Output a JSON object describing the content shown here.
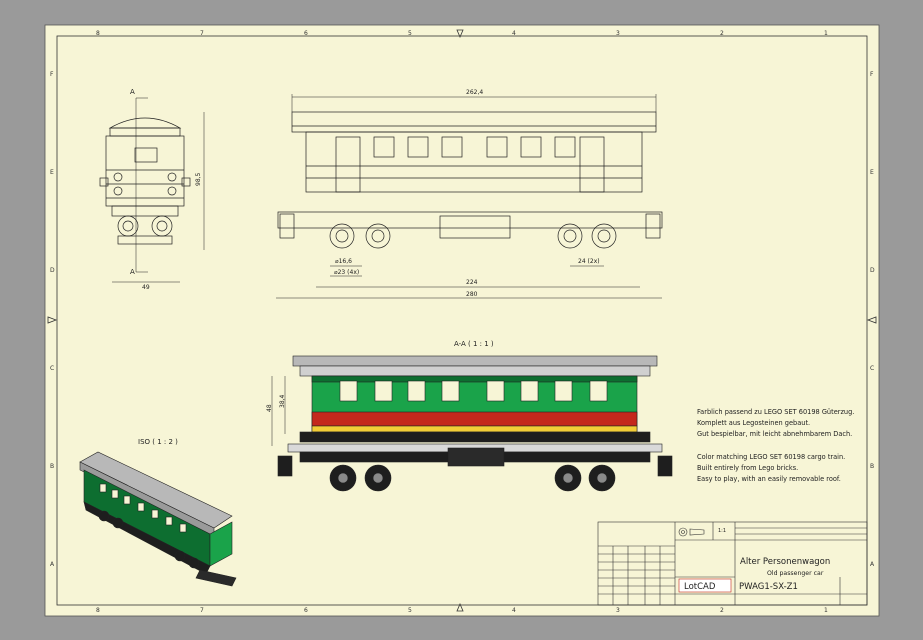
{
  "sheet": {
    "zones_cols": [
      "8",
      "7",
      "6",
      "5",
      "4",
      "3",
      "2",
      "1"
    ],
    "zones_rows": [
      "F",
      "E",
      "D",
      "C",
      "B",
      "A"
    ]
  },
  "views": {
    "section_label": "A-A ( 1 : 1 )",
    "iso_label": "ISO ( 1 : 2 )",
    "cut_marker": "A"
  },
  "dimensions": {
    "front_height": "98,5",
    "front_width": "49",
    "side_top_length": "262,4",
    "side_bottom_224": "224",
    "side_bottom_280": "280",
    "wheel_dia_1": "⌀16,6",
    "wheel_dia_2": "⌀23 (4x)",
    "wheel_pitch": "24 (2x)",
    "section_h1": "48",
    "section_h2": "38,4"
  },
  "notes": {
    "de_1": "Farblich passend zu LEGO SET 60198 Güterzug.",
    "de_2": "Komplett aus Legosteinen gebaut.",
    "de_3": "Gut bespielbar, mit leicht abnehmbarem Dach.",
    "en_1": "Color matching LEGO SET 60198 cargo train.",
    "en_2": "Built entirely from Lego bricks.",
    "en_3": "Easy to play, with an easily removable roof."
  },
  "title_block": {
    "title_de": "Alter Personenwagon",
    "title_en": "Old passenger car",
    "drawing_no": "PWAG1-SX-Z1",
    "logo": "LotCAD",
    "scale": "1:1"
  },
  "colors": {
    "paper": "#f7f5d6",
    "frame_bg": "#9a9a9a",
    "green": "#1aa34a",
    "green_dark": "#0d6e30",
    "red": "#c4281c",
    "roof": "#b8b8b8",
    "yellow": "#f2cd37"
  }
}
